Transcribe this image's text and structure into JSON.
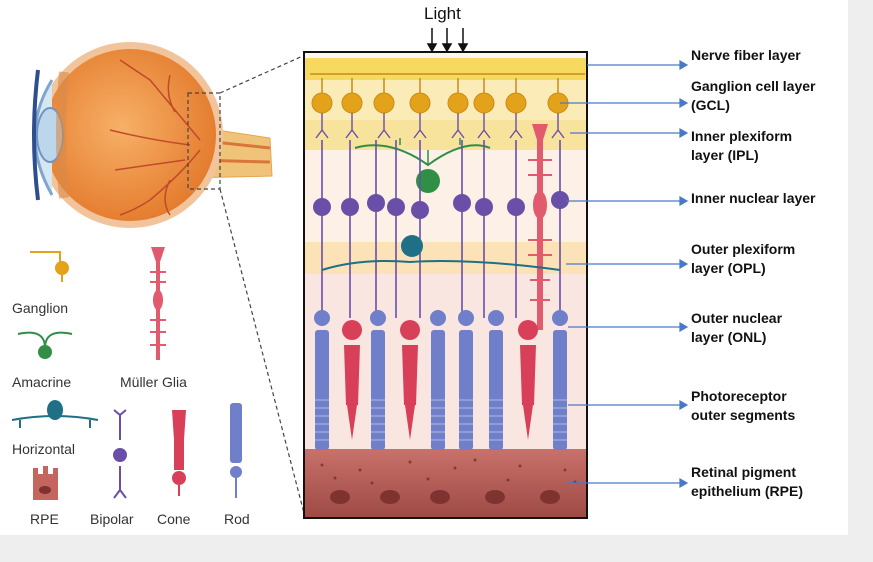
{
  "light_label": "Light",
  "layers": [
    {
      "id": "nfl",
      "text": "Nerve fiber layer"
    },
    {
      "id": "gcl",
      "text": "Ganglion cell layer\n(GCL)"
    },
    {
      "id": "ipl",
      "text": "Inner plexiform\nlayer (IPL)"
    },
    {
      "id": "inl",
      "text": "Inner nuclear layer"
    },
    {
      "id": "opl",
      "text": "Outer plexiform\nlayer (OPL)"
    },
    {
      "id": "onl",
      "text": "Outer nuclear\nlayer (ONL)"
    },
    {
      "id": "pos",
      "text": "Photoreceptor\nouter segments"
    },
    {
      "id": "rpe",
      "text": "Retinal pigment\nepithelium (RPE)"
    }
  ],
  "legend": {
    "ganglion": "Ganglion",
    "amacrine": "Amacrine",
    "muller": "Müller Glia",
    "horizontal": "Horizontal",
    "rpe": "RPE",
    "bipolar": "Bipolar",
    "cone": "Cone",
    "rod": "Rod"
  },
  "colors": {
    "ganglion": "#e3a21a",
    "amacrine": "#2f8f46",
    "muller": "#e25a6d",
    "horizontal": "#1f6f86",
    "bipolar": "#6a4fa8",
    "cone": "#d8405a",
    "rod": "#6f7fc9",
    "rpe": "#b1564f",
    "arrow": "#4a78c9"
  }
}
